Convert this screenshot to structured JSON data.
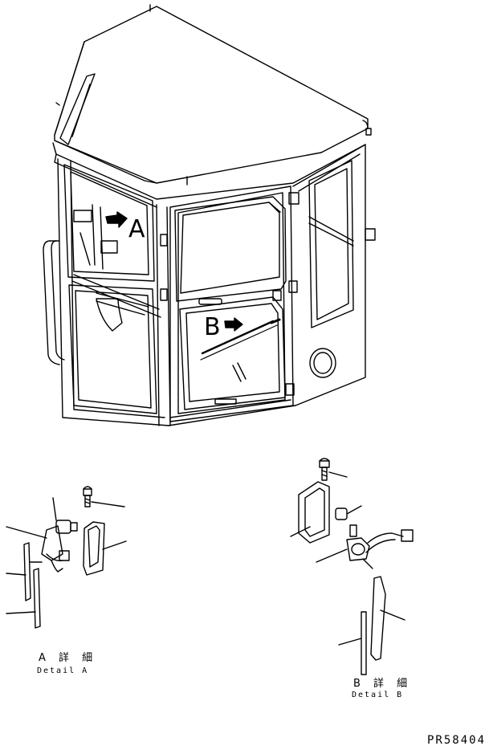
{
  "callouts": {
    "a": "A",
    "b": "B"
  },
  "detail_a": {
    "title_jp": "A 詳 細",
    "title_en": "Detail A"
  },
  "detail_b": {
    "title_jp": "B 詳 細",
    "title_en": "Detail B"
  },
  "drawing_code": "PR58404"
}
